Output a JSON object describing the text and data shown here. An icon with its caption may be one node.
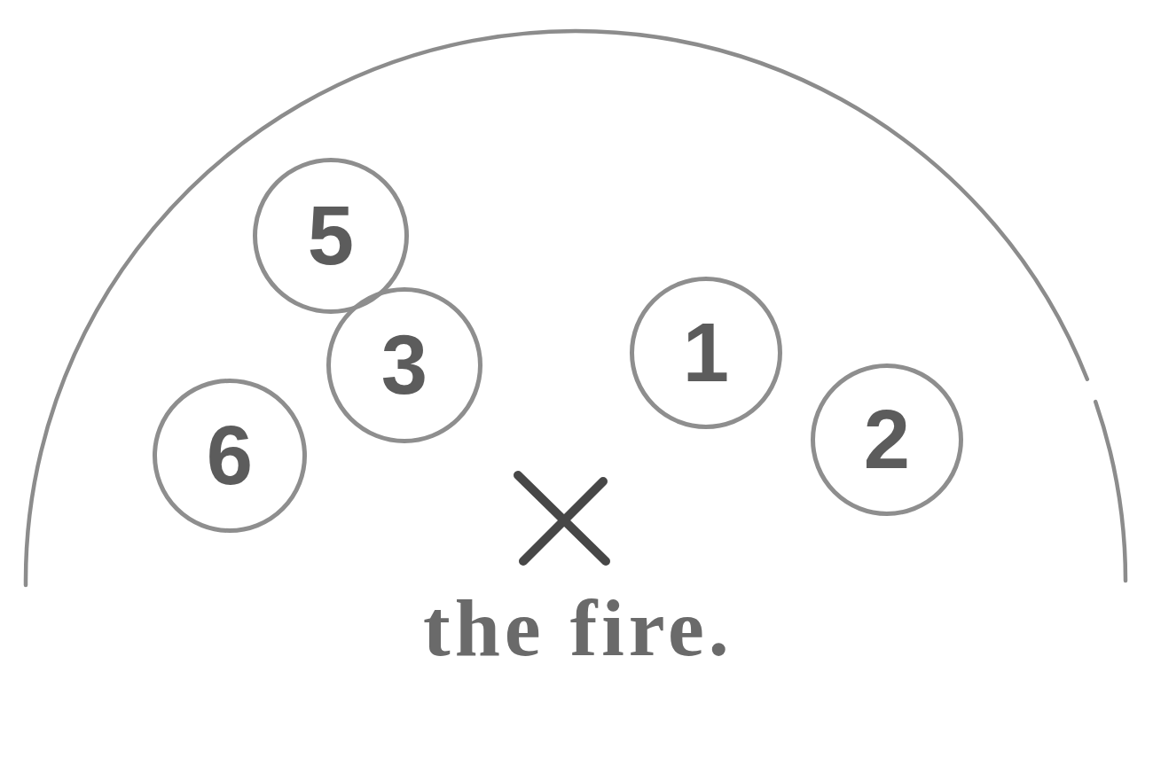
{
  "diagram": {
    "nodes": [
      {
        "text": [
          "5"
        ]
      },
      {
        "text": [
          "3"
        ]
      },
      {
        "text": [
          "1"
        ]
      },
      {
        "text": [
          "6"
        ]
      },
      {
        "text": [
          "2"
        ]
      }
    ],
    "labels": [
      "the fire."
    ]
  }
}
